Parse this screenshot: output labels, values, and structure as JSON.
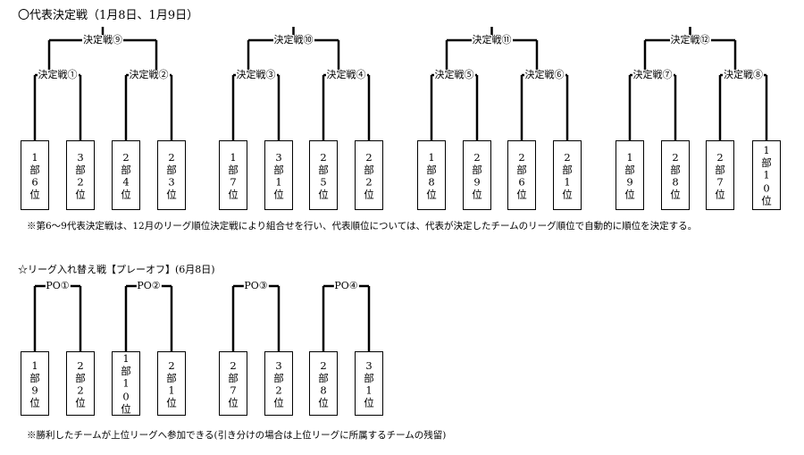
{
  "section1": {
    "title": "〇代表決定戦（1月8日、1月9日）",
    "groups": [
      {
        "final_label": "決定戦⑨",
        "semis": [
          {
            "label": "決定戦①",
            "teams": [
              "1部6位",
              "3部2位"
            ]
          },
          {
            "label": "決定戦②",
            "teams": [
              "2部4位",
              "2部3位"
            ]
          }
        ]
      },
      {
        "final_label": "決定戦⑩",
        "semis": [
          {
            "label": "決定戦③",
            "teams": [
              "1部7位",
              "3部1位"
            ]
          },
          {
            "label": "決定戦④",
            "teams": [
              "2部5位",
              "2部2位"
            ]
          }
        ]
      },
      {
        "final_label": "決定戦⑪",
        "semis": [
          {
            "label": "決定戦⑤",
            "teams": [
              "1部8位",
              "2部9位"
            ]
          },
          {
            "label": "決定戦⑥",
            "teams": [
              "2部6位",
              "2部1位"
            ]
          }
        ]
      },
      {
        "final_label": "決定戦⑫",
        "semis": [
          {
            "label": "決定戦⑦",
            "teams": [
              "1部9位",
              "2部8位"
            ]
          },
          {
            "label": "決定戦⑧",
            "teams": [
              "2部7位",
              "1部10位"
            ]
          }
        ]
      }
    ],
    "note": "※第6～9代表決定戦は、12月のリーグ順位決定戦により組合せを行い、代表順位については、代表が決定したチームのリーグ順位で自動的に順位を決定する。"
  },
  "section2": {
    "title": "☆リーグ入れ替え戦【プレーオフ】(6月8日)",
    "matches": [
      {
        "label": "PO①",
        "teams": [
          "1部9位",
          "2部2位"
        ]
      },
      {
        "label": "PO②",
        "teams": [
          "1部10位",
          "2部1位"
        ]
      },
      {
        "label": "PO③",
        "teams": [
          "2部7位",
          "3部2位"
        ]
      },
      {
        "label": "PO④",
        "teams": [
          "2部8位",
          "3部1位"
        ]
      }
    ],
    "note": "※勝利したチームが上位リーグへ参加できる(引き分けの場合は上位リーグに所属するチームの残留)"
  }
}
